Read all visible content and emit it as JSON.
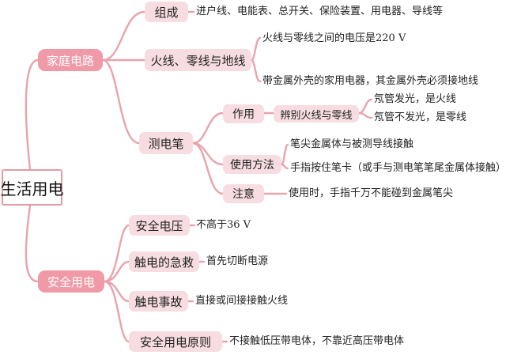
{
  "root": "生活用电",
  "household": {
    "label": "家庭电路",
    "composition": {
      "label": "组成",
      "detail": "进户线、电能表、总开关、保险装置、用电器、导线等"
    },
    "wires": {
      "label": "火线、零线与地线",
      "voltage": "火线与零线之间的电压是220 V",
      "grounding": "带金属外壳的家用电器，其金属外壳必须接地线"
    },
    "pen": {
      "label": "测电笔",
      "function": {
        "label": "作用",
        "purpose": "辨别火线与零线",
        "glow": "氖管发光，是火线",
        "no_glow": "氖管不发光，是零线"
      },
      "usage": {
        "label": "使用方法",
        "step1": "笔尖金属体与被测导线接触",
        "step2": "手指按住笔卡（或手与测电笔笔尾金属体接触）"
      },
      "caution": {
        "label": "注意",
        "detail": "使用时，手指千万不能碰到金属笔尖"
      }
    }
  },
  "safety": {
    "label": "安全用电",
    "safe_voltage": {
      "label": "安全电压",
      "detail": "不高于36 V"
    },
    "first_aid": {
      "label": "触电的急救",
      "detail": "首先切断电源"
    },
    "accidents": {
      "label": "触电事故",
      "detail": "直接或间接接触火线"
    },
    "principles": {
      "label": "安全用电原则",
      "detail": "不接触低压带电体，不靠近高压带电体"
    }
  }
}
